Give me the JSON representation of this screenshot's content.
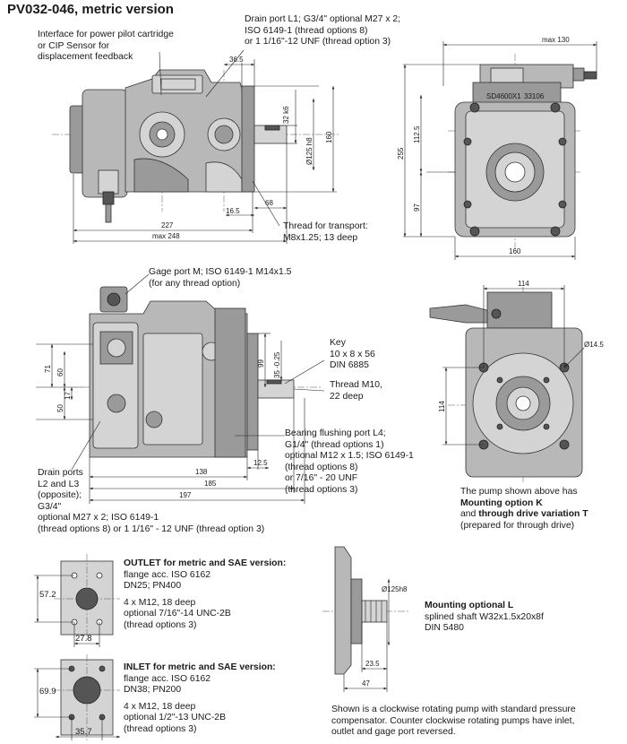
{
  "title": "PV032-046, metric version",
  "callouts": {
    "pilot_interface": [
      "Interface for power pilot cartridge",
      "or CIP Sensor for",
      "displacement feedback"
    ],
    "drain_l1": [
      "Drain port L1; G3/4\" optional M27 x 2;",
      "ISO 6149-1 (thread options 8)",
      "or 1 1/16\"-12 UNF (thread option 3)"
    ],
    "thread_transport": [
      "Thread for transport:",
      "M8x1.25; 13 deep"
    ],
    "gage_port": [
      "Gage port M; ISO 6149-1 M14x1.5",
      "(for any thread option)"
    ],
    "key": [
      "Key",
      "10 x 8 x 56",
      "DIN 6885"
    ],
    "thread_m10": [
      "Thread M10,",
      "22 deep"
    ],
    "bearing_flush": [
      "Bearing flushing port L4;",
      "G1/4\" (thread options 1)",
      "optional M12 x 1.5; ISO 6149-1",
      "(thread options 8)",
      "or 7/16\" - 20 UNF",
      "(thread options 3)"
    ],
    "drain_l2_l3": [
      "Drain ports",
      "L2 and L3",
      "(opposite);",
      "G3/4\"",
      "optional M27 x 2; ISO 6149-1",
      "(thread options 8) or 1 1/16\" - 12 UNF (thread option 3)"
    ],
    "option_k": {
      "line1": "The pump shown above has",
      "bold1": "Mounting option K",
      "and": "and",
      "bold2": "through drive variation T",
      "line4": "(prepared for through drive)"
    },
    "outlet": {
      "heading": "OUTLET for metric and SAE version:",
      "lines": [
        "flange acc. ISO 6162",
        "DN25; PN400",
        "4 x M12, 18 deep",
        "optional 7/16\"-14 UNC-2B",
        "(thread options 3)"
      ]
    },
    "inlet": {
      "heading": "INLET for metric and SAE version:",
      "lines": [
        "flange acc. ISO 6162",
        "DN38; PN200",
        "4 x M12, 18 deep",
        "optional 1/2\"-13 UNC-2B",
        "(thread options 3)"
      ]
    },
    "mounting_l": {
      "heading": "Mounting optional L",
      "lines": [
        "splined shaft W32x1.5x20x8f",
        "DIN 5480"
      ]
    },
    "footnote": [
      "Shown is a clockwise rotating pump with standard pressure",
      "compensator. Counter clockwise rotating pumps have inlet,",
      "outlet and gage port reversed."
    ]
  },
  "dims": {
    "top_side": {
      "d36_5": "36.5",
      "d32k6": "32 k6",
      "d125h8": "Ø125 h8",
      "d160": "160",
      "d16_5": "16.5",
      "d68": "68",
      "d227": "227",
      "dmax248": "max 248"
    },
    "top_front": {
      "dmax130": "max 130",
      "d255": "255",
      "d112_5": "112.5",
      "d97": "97",
      "d160": "160",
      "plate1": "SD4600X1",
      "plate2": "33106"
    },
    "mid_side": {
      "d71": "71",
      "d60": "60",
      "d17": "17",
      "d50": "50",
      "d99": "99",
      "d35": "35 -0.25",
      "d138": "138",
      "d185": "185",
      "d197": "197",
      "d12_5": "12.5"
    },
    "mid_front": {
      "d114w": "114",
      "d114h": "114",
      "d14_5": "Ø14.5"
    },
    "outlet": {
      "d57_2": "57.2",
      "d27_8": "27.8"
    },
    "inlet": {
      "d69_9": "69.9",
      "d35_7": "35.7"
    },
    "mount_l": {
      "d125h8": "Ø125h8",
      "d23_5": "23.5",
      "d47": "47"
    }
  }
}
